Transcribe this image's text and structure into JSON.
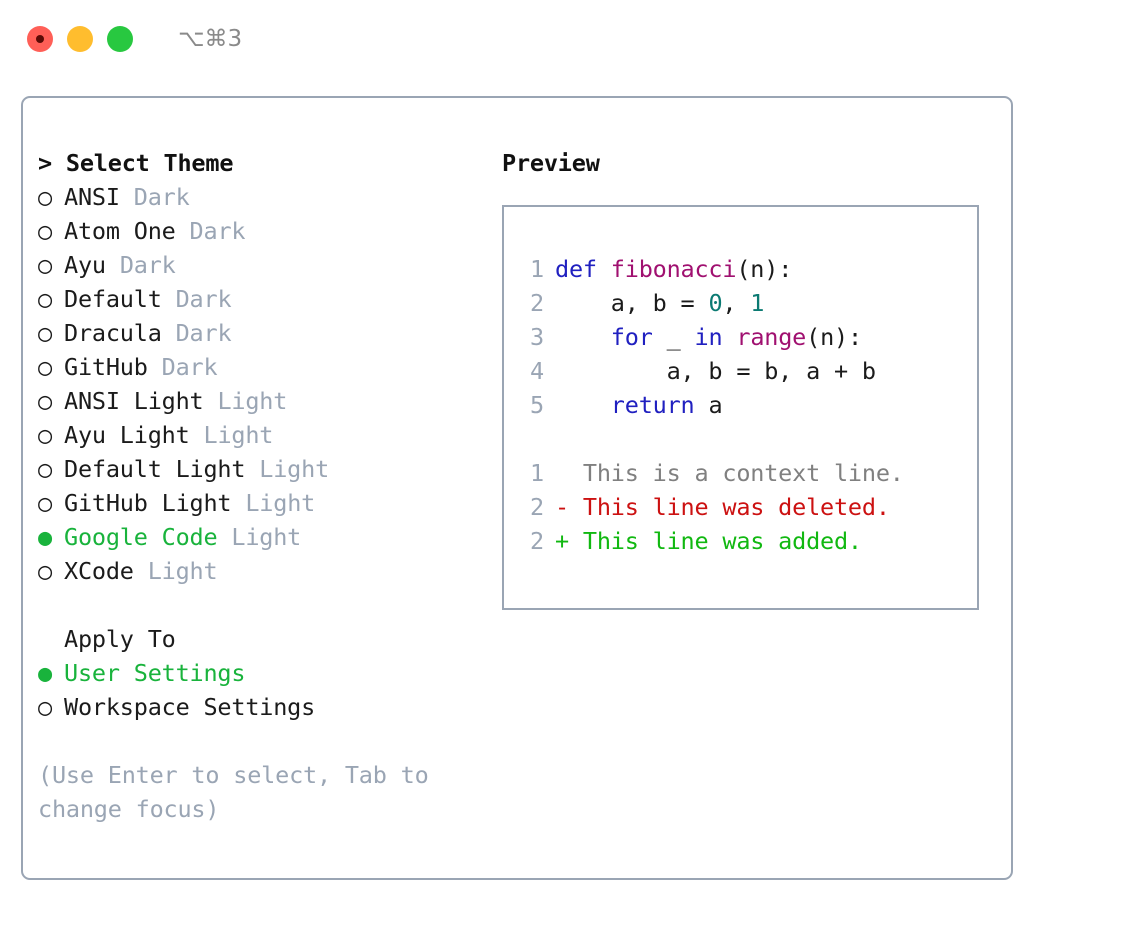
{
  "window": {
    "title": "⌥⌘3",
    "traffic_lights": [
      "close-red",
      "minimize-yellow",
      "maximize-green"
    ],
    "colors": {
      "red": "#ff5f57",
      "yellow": "#ffbd2e",
      "green": "#28c840",
      "panel_border": "#9aa5b4",
      "accent_green": "#19b33c",
      "muted": "#9aa5b4"
    }
  },
  "theme_picker": {
    "header": "> Select Theme",
    "bullet_on": "●",
    "bullet_off": "○",
    "items": [
      {
        "bullet": "○",
        "name": "ANSI",
        "tag": "Dark",
        "selected": false
      },
      {
        "bullet": "○",
        "name": "Atom One",
        "tag": "Dark",
        "selected": false
      },
      {
        "bullet": "○",
        "name": "Ayu",
        "tag": "Dark",
        "selected": false
      },
      {
        "bullet": "○",
        "name": "Default",
        "tag": "Dark",
        "selected": false
      },
      {
        "bullet": "○",
        "name": "Dracula",
        "tag": "Dark",
        "selected": false
      },
      {
        "bullet": "○",
        "name": "GitHub",
        "tag": "Dark",
        "selected": false
      },
      {
        "bullet": "○",
        "name": "ANSI Light",
        "tag": "Light",
        "selected": false
      },
      {
        "bullet": "○",
        "name": "Ayu Light",
        "tag": "Light",
        "selected": false
      },
      {
        "bullet": "○",
        "name": "Default Light",
        "tag": "Light",
        "selected": false
      },
      {
        "bullet": "○",
        "name": "GitHub Light",
        "tag": "Light",
        "selected": false
      },
      {
        "bullet": "●",
        "name": "Google Code",
        "tag": "Light",
        "selected": true
      },
      {
        "bullet": "○",
        "name": "XCode",
        "tag": "Light",
        "selected": false
      }
    ]
  },
  "apply_to": {
    "header": "Apply To",
    "items": [
      {
        "bullet": "●",
        "name": "User Settings",
        "selected": true
      },
      {
        "bullet": "○",
        "name": "Workspace Settings",
        "selected": false
      }
    ]
  },
  "hint": "(Use Enter to select, Tab to change focus)",
  "preview": {
    "header": "Preview",
    "code_lines": [
      {
        "no": "1",
        "segments": [
          {
            "t": "def ",
            "c": "kw"
          },
          {
            "t": "fibonacci",
            "c": "fn"
          },
          {
            "t": "(n):",
            "c": "pl"
          }
        ]
      },
      {
        "no": "2",
        "segments": [
          {
            "t": "    a, b = ",
            "c": "pl"
          },
          {
            "t": "0",
            "c": "num"
          },
          {
            "t": ", ",
            "c": "pl"
          },
          {
            "t": "1",
            "c": "num"
          }
        ]
      },
      {
        "no": "3",
        "segments": [
          {
            "t": "    ",
            "c": "pl"
          },
          {
            "t": "for",
            "c": "kw"
          },
          {
            "t": " _ ",
            "c": "pl"
          },
          {
            "t": "in",
            "c": "kw"
          },
          {
            "t": " ",
            "c": "pl"
          },
          {
            "t": "range",
            "c": "fn"
          },
          {
            "t": "(n):",
            "c": "pl"
          }
        ]
      },
      {
        "no": "4",
        "segments": [
          {
            "t": "        a, b = b, a + b",
            "c": "pl"
          }
        ]
      },
      {
        "no": "5",
        "segments": [
          {
            "t": "    ",
            "c": "pl"
          },
          {
            "t": "return",
            "c": "kw"
          },
          {
            "t": " a",
            "c": "pl"
          }
        ]
      }
    ],
    "diff_lines": [
      {
        "no": "1",
        "marker": "  ",
        "text": "This is a context line.",
        "kind": "ctx"
      },
      {
        "no": "2",
        "marker": "- ",
        "text": "This line was deleted.",
        "kind": "del"
      },
      {
        "no": "2",
        "marker": "+ ",
        "text": "This line was added.",
        "kind": "add"
      }
    ]
  }
}
